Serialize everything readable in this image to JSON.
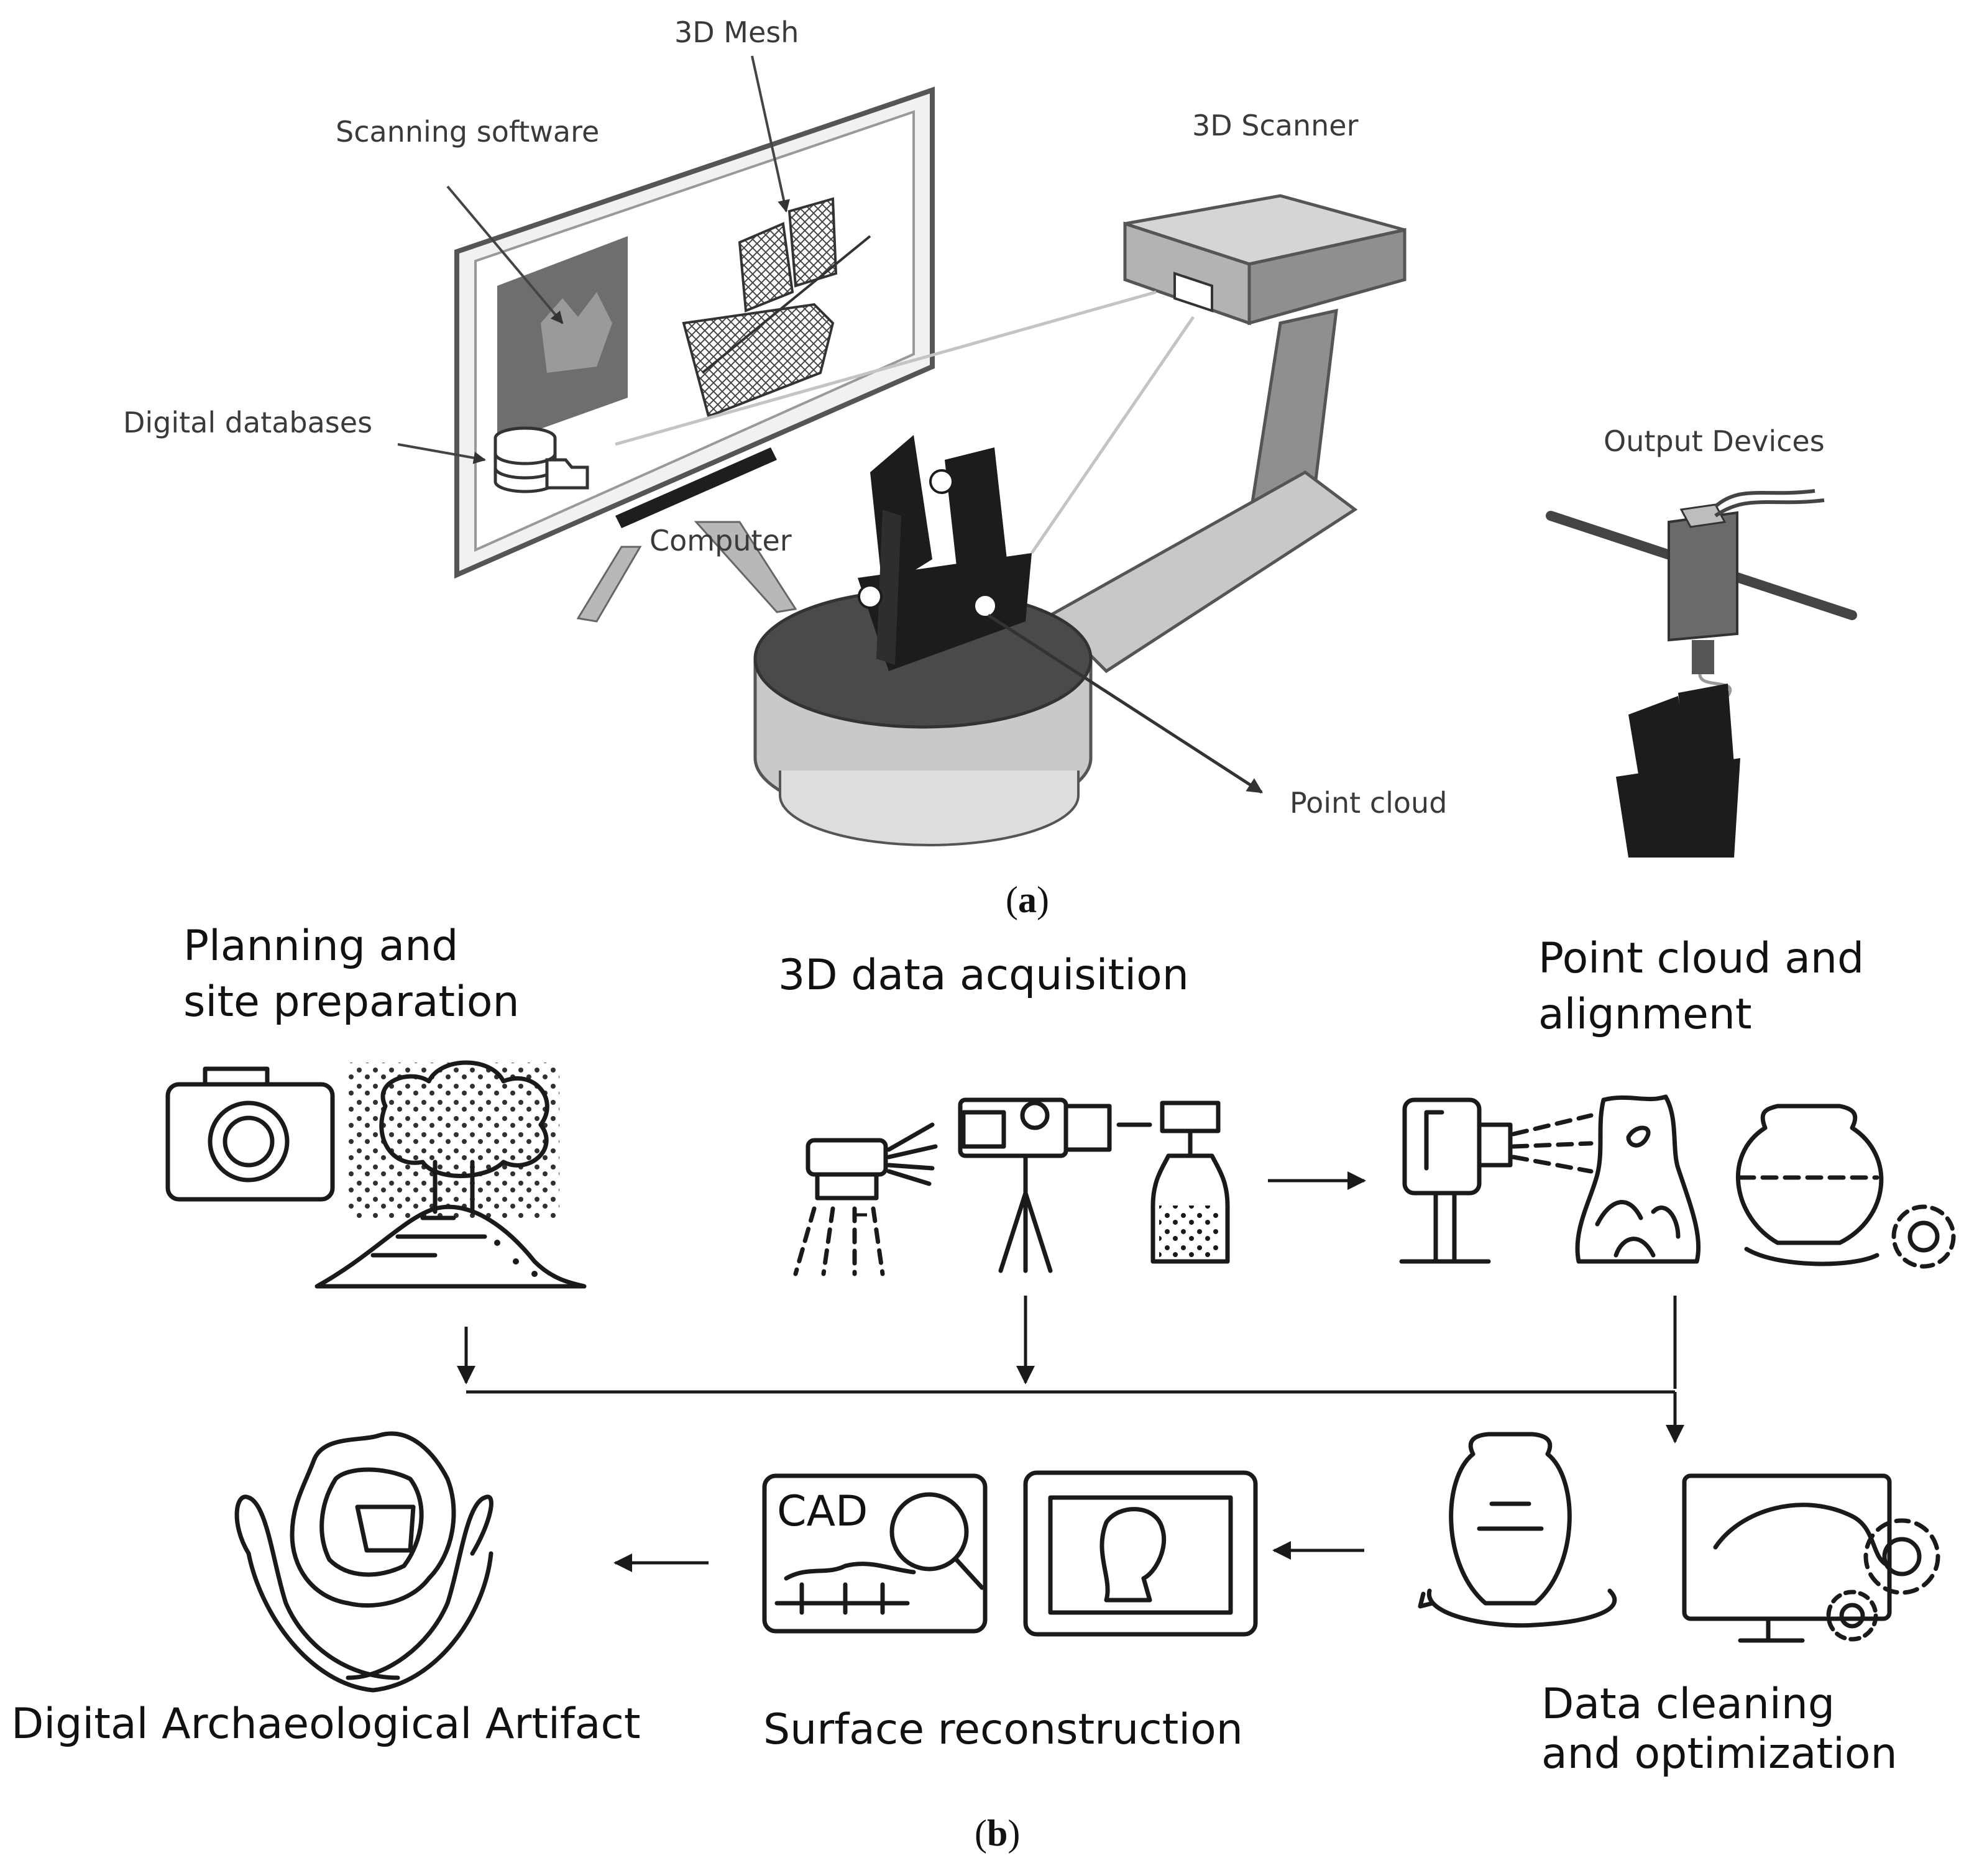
{
  "panel_a": {
    "labels": {
      "mesh": "3D Mesh",
      "software": "Scanning software",
      "scanner": "3D Scanner",
      "databases": "Digital databases",
      "output": "Output Devices",
      "computer": "Computer",
      "point_cloud": "Point cloud"
    },
    "caption": {
      "open": "(",
      "letter": "a",
      "close": ")"
    }
  },
  "panel_b": {
    "steps": {
      "planning": [
        "Planning and",
        "site preparation"
      ],
      "acquisition": [
        "3D data acquisition"
      ],
      "alignment": [
        "Point cloud and",
        "alignment"
      ],
      "cleaning": [
        "Data cleaning",
        "and optimization"
      ],
      "reconstruction": [
        "Surface reconstruction"
      ],
      "artifact": [
        "Digital Archaeological Artifact"
      ]
    },
    "cad_text": "CAD",
    "caption": {
      "open": "(",
      "letter": "b",
      "close": ")"
    }
  },
  "icons": [
    "monitor-icon",
    "scanner-icon",
    "turntable-icon",
    "ship-model-icon",
    "printer-3d-icon",
    "camera-icon",
    "tree-icon",
    "soil-mound-icon",
    "laser-scanner-icon",
    "camera-tripod-icon",
    "spray-bottle-icon",
    "structured-light-scanner-icon",
    "artifact-fragment-icon",
    "pot-gear-icon",
    "rotating-pot-icon",
    "monitor-gear-icon",
    "screen-bust-icon",
    "cad-magnifier-icon",
    "hands-artifact-icon"
  ],
  "colors": {
    "line": "#1a1a1a",
    "grey_dark": "#3a3a3a",
    "grey_mid": "#8a8a8a",
    "grey_light": "#c8c8c8"
  }
}
